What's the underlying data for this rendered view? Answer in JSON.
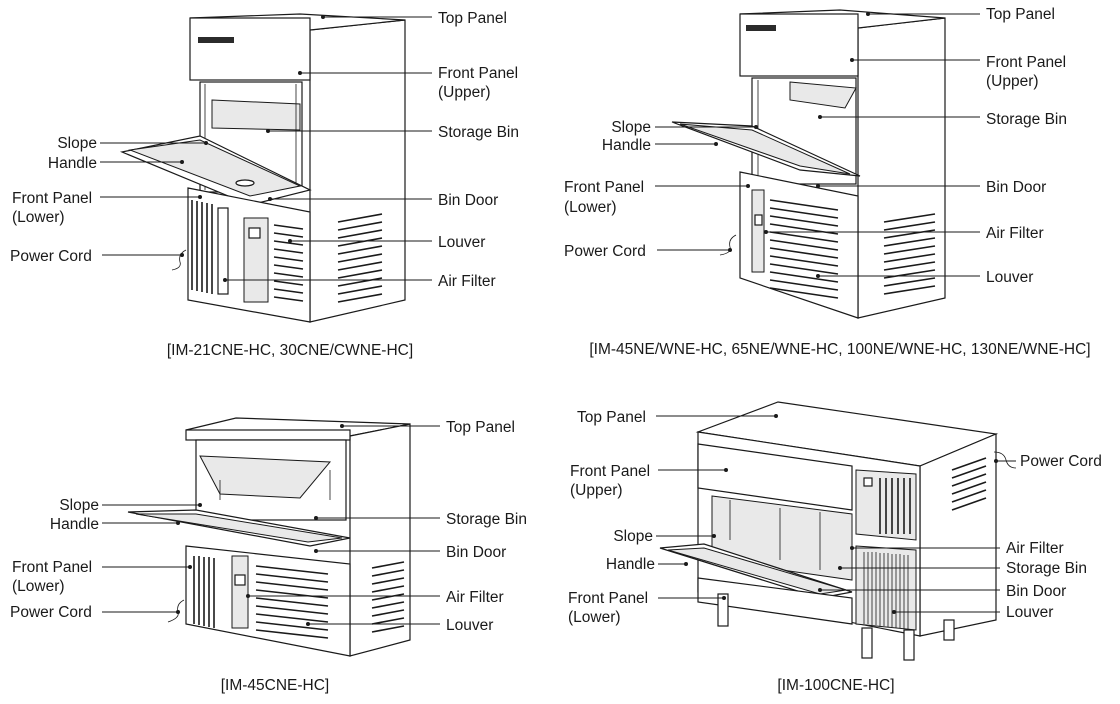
{
  "diagrams": [
    {
      "caption": "[IM-21CNE-HC, 30CNE/CWNE-HC]",
      "labels": {
        "top_panel": "Top Panel",
        "front_panel_upper": [
          "Front Panel",
          "(Upper)"
        ],
        "storage_bin": "Storage Bin",
        "slope": "Slope",
        "handle": "Handle",
        "front_panel_lower": [
          "Front Panel",
          "(Lower)"
        ],
        "bin_door": "Bin Door",
        "power_cord": "Power Cord",
        "louver": "Louver",
        "air_filter": "Air Filter"
      }
    },
    {
      "caption": "[IM-45NE/WNE-HC, 65NE/WNE-HC, 100NE/WNE-HC, 130NE/WNE-HC]",
      "labels": {
        "top_panel": "Top Panel",
        "front_panel_upper": [
          "Front Panel",
          "(Upper)"
        ],
        "slope": "Slope",
        "storage_bin": "Storage Bin",
        "handle": "Handle",
        "front_panel_lower": [
          "Front Panel",
          "(Lower)"
        ],
        "bin_door": "Bin Door",
        "air_filter": "Air Filter",
        "power_cord": "Power Cord",
        "louver": "Louver"
      }
    },
    {
      "caption": "[IM-45CNE-HC]",
      "labels": {
        "top_panel": "Top Panel",
        "slope": "Slope",
        "handle": "Handle",
        "storage_bin": "Storage Bin",
        "bin_door": "Bin Door",
        "front_panel_lower": [
          "Front Panel",
          "(Lower)"
        ],
        "air_filter": "Air Filter",
        "power_cord": "Power Cord",
        "louver": "Louver"
      }
    },
    {
      "caption": "[IM-100CNE-HC]",
      "labels": {
        "top_panel": "Top Panel",
        "power_cord": "Power Cord",
        "front_panel_upper": [
          "Front Panel",
          "(Upper)"
        ],
        "slope": "Slope",
        "air_filter": "Air Filter",
        "handle": "Handle",
        "storage_bin": "Storage Bin",
        "bin_door": "Bin Door",
        "front_panel_lower": [
          "Front Panel",
          "(Lower)"
        ],
        "louver": "Louver"
      }
    }
  ]
}
